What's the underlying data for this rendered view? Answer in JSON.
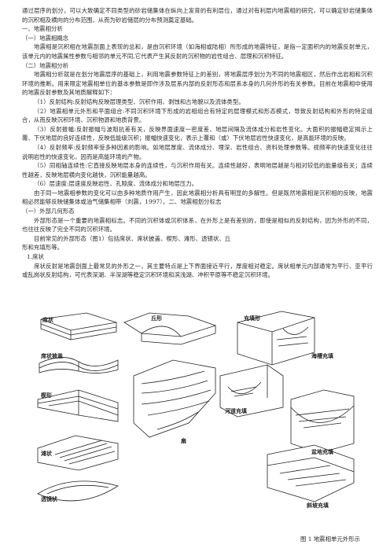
{
  "paragraphs": {
    "p0": "通过层序的划分，可以大致确定不同类型的砂岩储集体在纵向上发育的有利层位，通过对有利层内地震相的研究，可以确定砂岩储集体的沉积相及横向的分布范围，从而为砂岩储层的分布预测奠定基础。",
    "h1": "一、地震相分析",
    "h1a": "（一）地震相概念",
    "p1": "地震相是沉积相在地震剖面上表现的总和，是由沉积环境（如海相或陆相）所形成的地震特征，是指一定面积内的地震反射单元，该单元内的地震属性参数与相邻的单元不同,它代表产生其反射的沉积物的岩性组合、层理和沉积特征。",
    "h1b": "（二）地震相分析",
    "p2": "地震相分析就是在划分地震层序的基础上，利用地震参数特征上的差别，将地震层序划分为不同的地震相区，然后作出岩相和沉积环境的推断。用来限定地震相单位的基本参数是即作涉及层系内部的反射形态和层系本身的几何外形的有关参数。目前在地震相中使用的地震反射参数及其地质解释如下：",
    "p3": "（1）反射结构:反射结构反映层理类型、沉积作用、剥蚀和古地貌以及流体类型。",
    "p4": "（2）地震相单元外形和平面组合:不同沉积环境下形成的岩相组合有特定的层理模式和形态模式，导致反射结构和外形的特定组合，从而反映沉积环境、沉积物源和地质背景。",
    "p5": "（3）反射振幅:反射振幅与波阻抗差有关，反映界面速度一密度差、地层间隔及流体成分和岩性变化。大面积的振幅稳定揭示上覆、下伏地层的良好连续性，反映低能级沉积；振幅快速变化，表示上覆和（或）下伏地层岩性快速变化，是高能环境的反映。",
    "p6": "（4）反射频率:反射频率受多种因素的影响。如地层厚度、流体成分、埋深、岩性组合、资料处理参数等。视频率的快速变化往往说明岩性的快速变化，因而是高能环境的产物。",
    "p7": "（5）同相轴连续性:它直接反映地层本身的连续性，与沉积作用有关。连续性越好，表明地层越是与相对较低的能量级有关；连续性越差，反映地层横向变化越快，沉积能量越高。",
    "p8": "（6）层速度:层速度反映岩性、孔隙度、流体成分和地层压力。",
    "p9": "由于同一地震相参数的变化可以由多种地质作用产生，因此地震相分析具有明显的多解性。但是既然地震相是沉积相的反映，地震相必然能够反映储集体或油气储集相带（刘震，1997）。二、地震相划分标志",
    "h2a": "（一）外部几何形态",
    "p10": "外部形态是一个重要的地震相标志。不同的沉积体或沉积体系，在外形上是有差别的，即使是相似的反射结构，因为外形的不同，也往往反映了完全不同的沉积环境。",
    "p11": "目前常见的外部形态（图1）包括席状、席状披盖、楔形、滩形、透镜状、丘",
    "p11b": "形和充填形等。",
    "h3": "1.席状",
    "p12": "席状反射是地震剖面上最常见的外形之一，其主要特点是上下界面接近平行，厚度相对稳定。席状相单元内部通常为平行、亚平行或乱岗状反射结构，可代表深湖、半深湖等稳定沉积环境和滨浅湖、冲积平原等不稳定沉积环境。"
  },
  "figure": {
    "labels": {
      "sheet": "席状",
      "mound": "丘形",
      "sheet_drape": "席状披盖",
      "wedge": "楔形",
      "bank": "滩状",
      "lens": "透镜状",
      "fill": "充填形",
      "channel_fill": "河道充填",
      "trough_fill": "海槽充填",
      "basin_fill": "盆地充填",
      "slope_fill": "斜坡充填",
      "fan": "扇"
    },
    "caption": "图 1 地震相单元外形示"
  }
}
